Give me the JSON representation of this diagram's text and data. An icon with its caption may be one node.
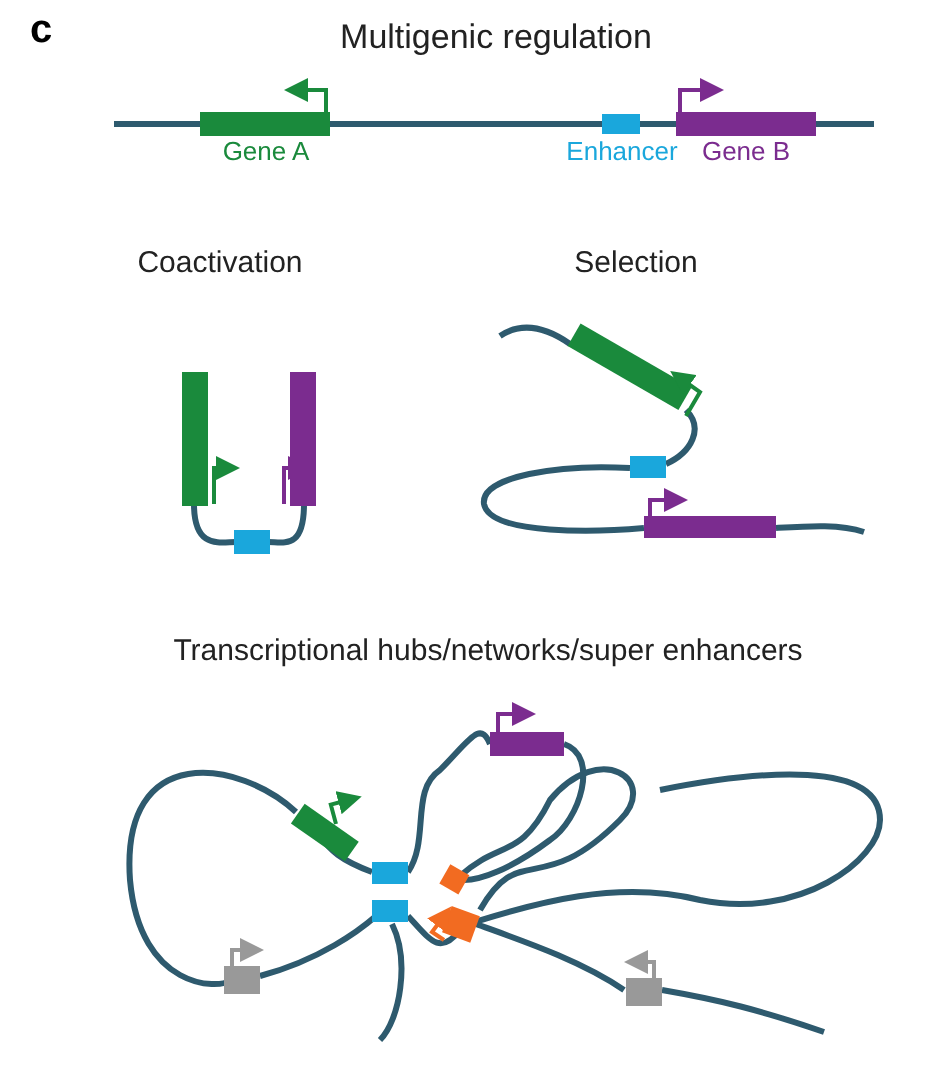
{
  "diagram": {
    "labels": [
      "c",
      "Multigenic regulation",
      "Gene A",
      "Enhancer",
      "Gene B",
      "Coactivation",
      "Selection",
      "Transcriptional hubs/networks/super enhancers"
    ]
  }
}
